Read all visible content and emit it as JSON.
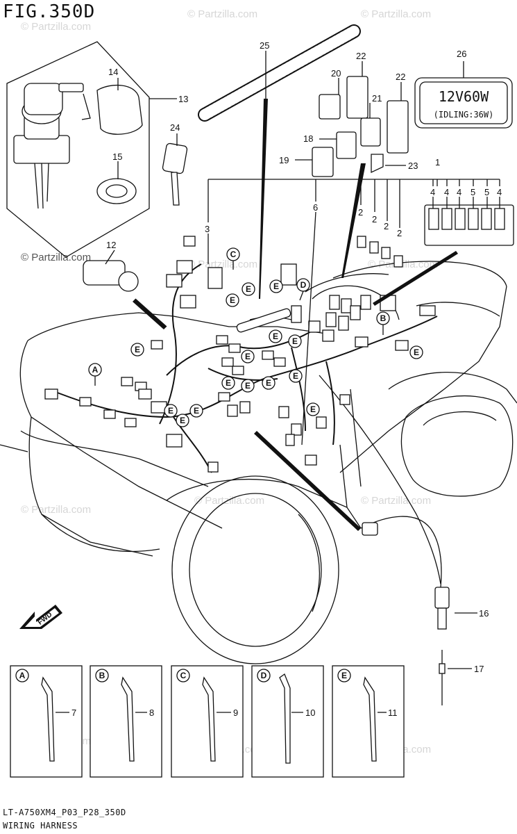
{
  "figure": {
    "title": "FIG.350D",
    "code": "LT-A750XM4_P03_P28_350D",
    "name": "WIRING HARNESS"
  },
  "watermark": {
    "text": "© Partzilla.com"
  },
  "callouts": {
    "c1": "1",
    "c2": "2",
    "c3": "3",
    "c4": "4",
    "c5": "5",
    "c6": "6",
    "c7": "7",
    "c8": "8",
    "c9": "9",
    "c10": "10",
    "c11": "11",
    "c12": "12",
    "c13": "13",
    "c14": "14",
    "c15": "15",
    "c16": "16",
    "c17": "17",
    "c18": "18",
    "c19": "19",
    "c20": "20",
    "c21": "21",
    "c22": "22",
    "c23": "23",
    "c24": "24",
    "c25": "25",
    "c26": "26"
  },
  "bulb_label": {
    "line1": "12V60W",
    "line2": "(IDLING:36W)"
  },
  "fwd_label": "FWD",
  "letters": {
    "a": "A",
    "b": "B",
    "c": "C",
    "d": "D",
    "e": "E"
  },
  "detail_boxes": [
    {
      "letter": "A",
      "part": "7"
    },
    {
      "letter": "B",
      "part": "8"
    },
    {
      "letter": "C",
      "part": "9"
    },
    {
      "letter": "D",
      "part": "10"
    },
    {
      "letter": "E",
      "part": "11"
    }
  ]
}
